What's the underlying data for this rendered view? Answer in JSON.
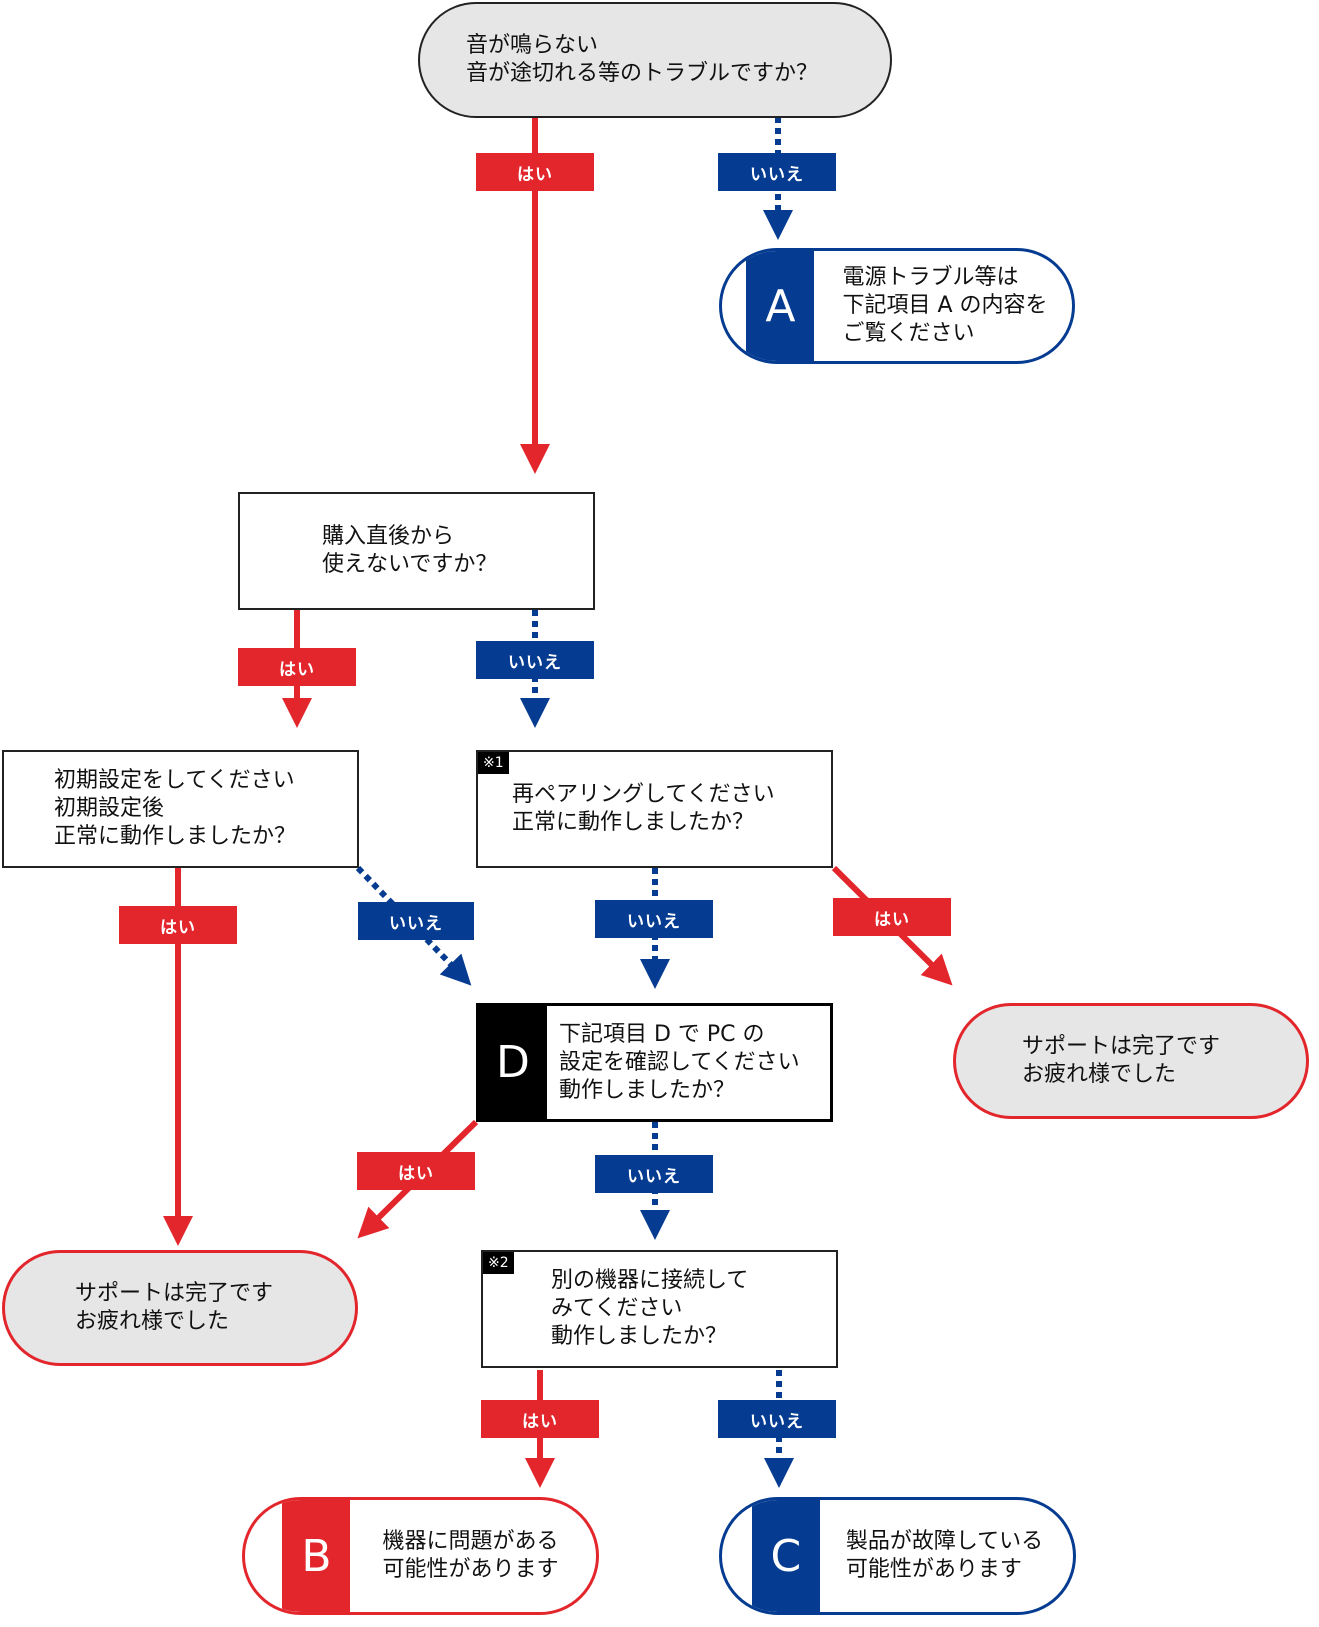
{
  "colors": {
    "yes": "#e2262c",
    "no": "#053c91",
    "black": "#000000",
    "gray": "#e6e6e6"
  },
  "start": {
    "line1": "音が鳴らない",
    "line2": "音が途切れる等のトラブルですか？"
  },
  "q_purchase": {
    "line1": "購入直後から",
    "line2": "使えないですか？"
  },
  "q_initial": {
    "line1": "初期設定をしてください",
    "line2": "初期設定後",
    "line3": "正常に動作しましたか？"
  },
  "q_repair": {
    "note": "※1",
    "line1": "再ペアリングしてください",
    "line2": "正常に動作しましたか？"
  },
  "q_d": {
    "letter": "D",
    "line1": "下記項目 D で PC の",
    "line2": "設定を確認してください",
    "line3": "動作しましたか？"
  },
  "q_other": {
    "note": "※2",
    "line1": "別の機器に接続して",
    "line2": "みてください",
    "line3": "動作しましたか？"
  },
  "result_a": {
    "letter": "A",
    "line1": "電源トラブル等は",
    "line2": "下記項目 A の内容を",
    "line3": "ご覧ください"
  },
  "result_b": {
    "letter": "B",
    "line1": "機器に問題がある",
    "line2": "可能性があります"
  },
  "result_c": {
    "letter": "C",
    "line1": "製品が故障している",
    "line2": "可能性があります"
  },
  "done_right": {
    "line1": "サポートは完了です",
    "line2": "お疲れ様でした"
  },
  "done_left": {
    "line1": "サポートは完了です",
    "line2": "お疲れ様でした"
  },
  "labels": {
    "yes": "はい",
    "no": "いいえ"
  }
}
